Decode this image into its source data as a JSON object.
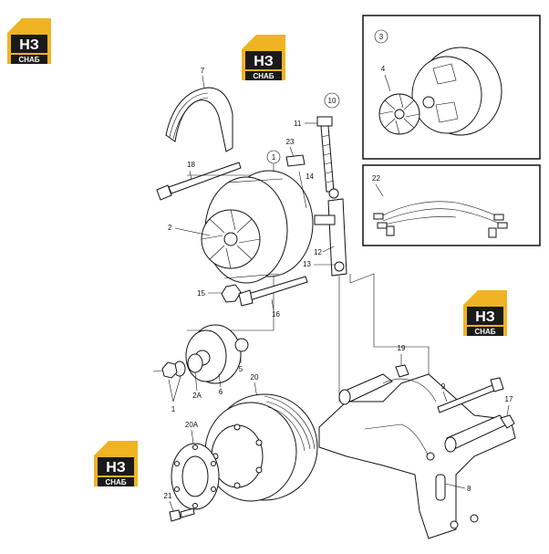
{
  "logo": {
    "top_text": "НЗ",
    "bottom_text": "СНАБ",
    "accent": "#f0b323",
    "dark": "#1a1a1a"
  },
  "callouts": {
    "c1": "1",
    "c2": "2",
    "c2a": "2A",
    "c3": "3",
    "c4": "4",
    "c5": "5",
    "c6": "6",
    "c7": "7",
    "c8": "8",
    "c9": "9",
    "c10": "10",
    "c11": "11",
    "c12": "12",
    "c13": "13",
    "c14": "14",
    "c15": "15",
    "c16": "16",
    "c17": "17",
    "c18": "18",
    "c19": "19",
    "c20": "20",
    "c20a": "20A",
    "c21": "21",
    "c22": "22",
    "c23": "23"
  }
}
